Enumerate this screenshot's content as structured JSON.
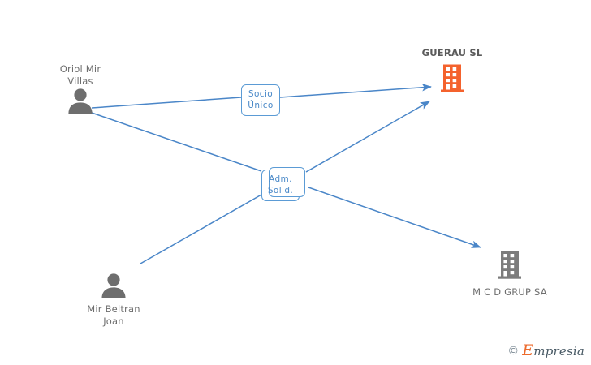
{
  "diagram": {
    "title": "Corporate relationship graph",
    "colors": {
      "edge": "#4a86c8",
      "label_border": "#5b9bd5",
      "label_text": "#4a89c8",
      "person": "#6e6e6e",
      "company_primary": "#f4622d",
      "company_secondary": "#7c7c7c",
      "text": "#6e6e6e"
    },
    "people": [
      {
        "id": "oriol-mir-villas",
        "name": "Oriol Mir\nVillas",
        "icon": "person-icon"
      },
      {
        "id": "mir-beltran-joan",
        "name": "Mir Beltran\nJoan",
        "icon": "person-icon"
      }
    ],
    "companies": [
      {
        "id": "guerau-sl",
        "name": "GUERAU SL",
        "icon": "building-icon"
      },
      {
        "id": "mcd-grup-sa",
        "name": "M C D GRUP SA",
        "icon": "building-icon"
      }
    ],
    "relations": [
      {
        "id": "socio-unico",
        "label": "Socio\nÚnico",
        "from": "oriol-mir-villas",
        "to": "guerau-sl"
      },
      {
        "id": "adm-solid",
        "label": "Adm.\nSolid.",
        "from": "oriol-mir-villas, mir-beltran-joan",
        "to": "guerau-sl, mcd-grup-sa"
      }
    ],
    "watermark": {
      "copyright": "©",
      "brand_cap": "E",
      "brand_rest": "mpresia"
    }
  }
}
